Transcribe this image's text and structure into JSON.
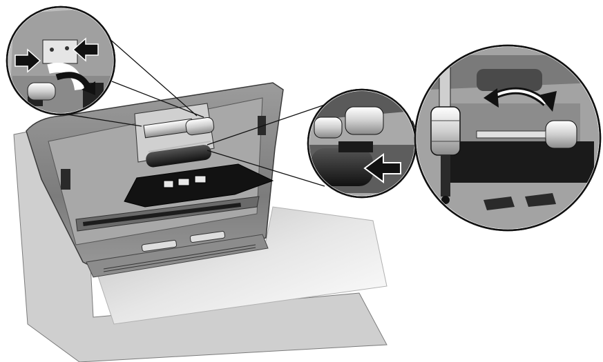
{
  "figure": {
    "subject": "scanner-adf-roller-replacement",
    "colors": {
      "background": "#ffffff",
      "body_light": "#d9d9d9",
      "body_mid": "#9a9a9a",
      "body_dark": "#3a3a3a",
      "black": "#111111",
      "roller": "#e2e2e2",
      "outline": "#1a1a1a"
    },
    "callouts": [
      {
        "id": "callout-1",
        "icons": [
          "arrow-right-icon",
          "arrow-left-icon",
          "curved-arrow-icon"
        ]
      },
      {
        "id": "callout-2",
        "icons": [
          "arrow-left-icon"
        ]
      },
      {
        "id": "callout-3",
        "icons": [
          "curved-arrow-icon"
        ]
      }
    ]
  }
}
